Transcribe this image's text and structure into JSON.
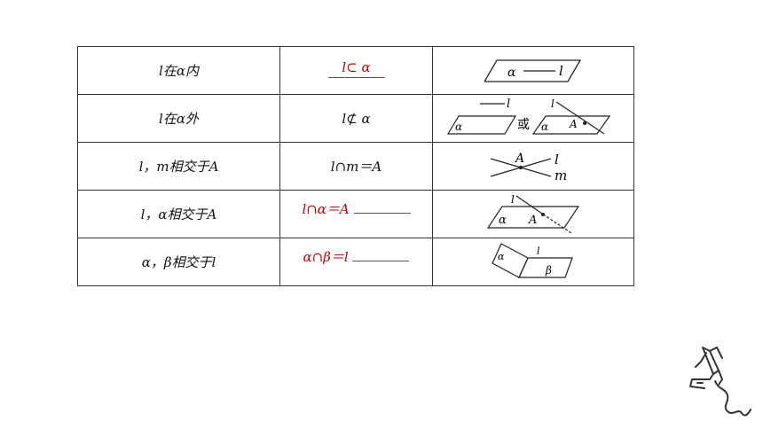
{
  "table": {
    "rows": [
      {
        "relation": "l在α内",
        "notation": "l⊂ α",
        "notation_is_answer": true,
        "figure": {
          "plane_label": "α",
          "line_label": "l"
        }
      },
      {
        "relation": "l在α外",
        "notation": "l⊄ α",
        "notation_is_answer": false,
        "figure": {
          "plane_label": "α",
          "line_label": "l",
          "connector": "或",
          "point_label": "A"
        }
      },
      {
        "relation": "l，m相交于A",
        "notation": "l∩m＝A",
        "notation_is_answer": false,
        "figure": {
          "point_label": "A",
          "line1_label": "l",
          "line2_label": "m"
        }
      },
      {
        "relation": "l，α相交于A",
        "notation": "l∩α＝A",
        "notation_is_answer": true,
        "figure": {
          "plane_label": "α",
          "line_label": "l",
          "point_label": "A"
        }
      },
      {
        "relation": "α，β相交于l",
        "notation": "α∩β＝l",
        "notation_is_answer": true,
        "figure": {
          "plane1_label": "α",
          "plane2_label": "β",
          "line_label": "l"
        }
      }
    ]
  },
  "colors": {
    "answer": "#c00000",
    "border": "#333333",
    "text": "#111111"
  },
  "icons": {
    "corner": "pen-drawing-icon"
  }
}
